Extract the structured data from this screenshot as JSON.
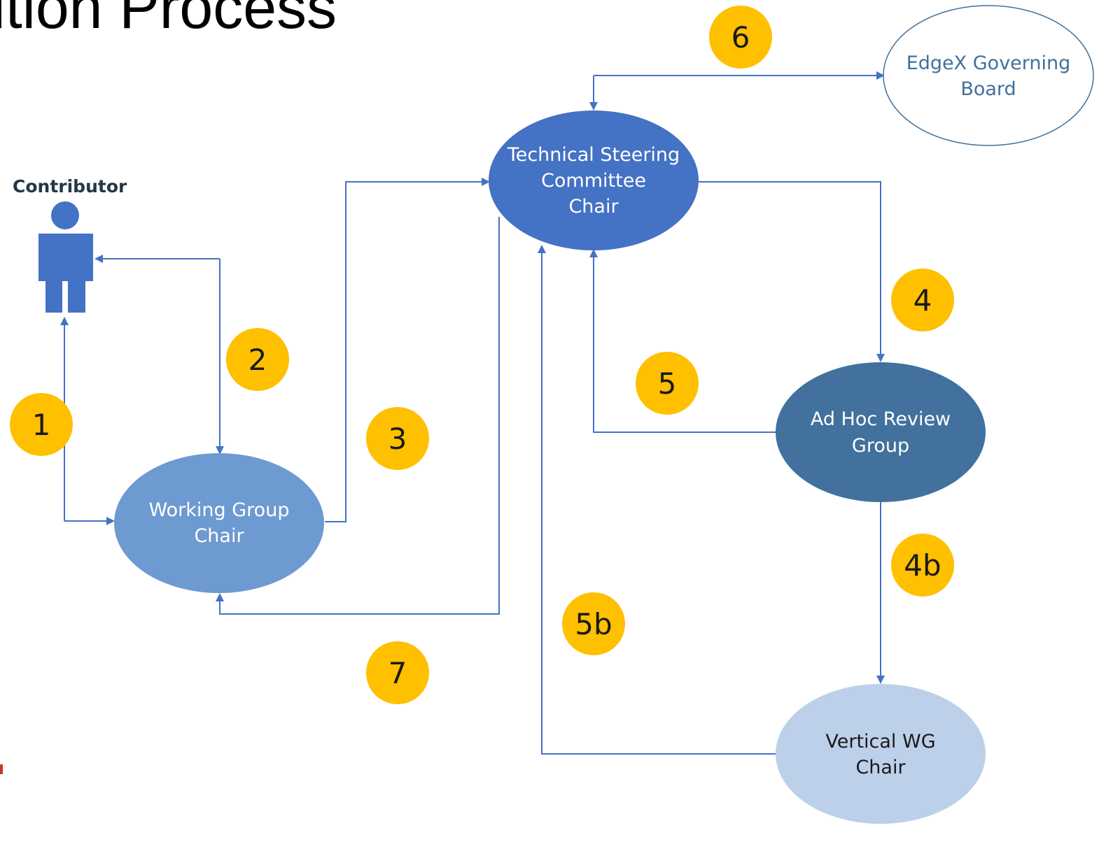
{
  "title": "ution Process",
  "contributor": {
    "label": "Contributor",
    "icon": "person-icon"
  },
  "nodes": {
    "tsc": {
      "lines": [
        "Technical Steering",
        "Committee",
        "Chair"
      ]
    },
    "governing": {
      "lines": [
        "EdgeX Governing",
        "Board"
      ]
    },
    "wg": {
      "lines": [
        "Working Group",
        "Chair"
      ]
    },
    "adhoc": {
      "lines": [
        "Ad Hoc Review",
        "Group"
      ]
    },
    "vertical": {
      "lines": [
        "Vertical WG",
        "Chair"
      ]
    }
  },
  "steps": [
    "1",
    "2",
    "3",
    "4",
    "4b",
    "5",
    "5b",
    "6",
    "7"
  ],
  "colors": {
    "tsc": "#4472c4",
    "wg": "#6d9ad0",
    "adhoc": "#41719c",
    "vertical": "#bdd0ea",
    "governing_stroke": "#41719c",
    "arrow": "#4472c4",
    "badge": "#ffc000"
  }
}
